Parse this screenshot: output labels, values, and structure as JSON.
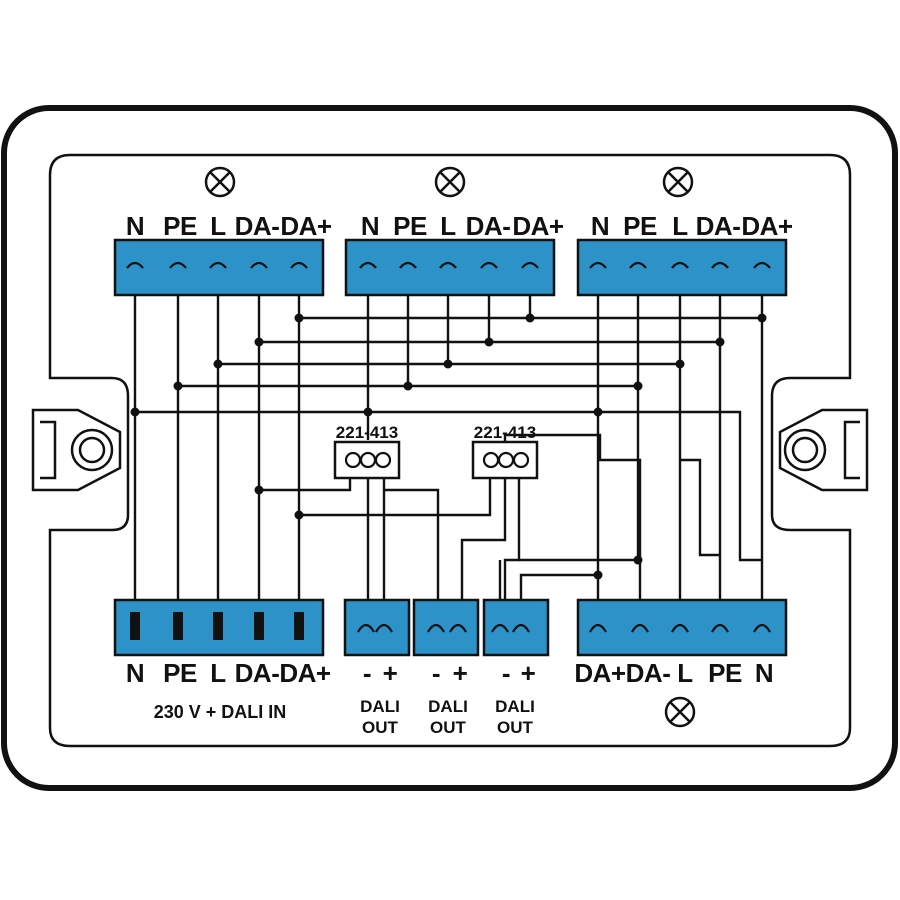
{
  "lamp_outputs": [
    {
      "terminals": [
        "N",
        "PE",
        "L",
        "DA-",
        "DA+"
      ]
    },
    {
      "terminals": [
        "N",
        "PE",
        "L",
        "DA-",
        "DA+"
      ]
    },
    {
      "terminals": [
        "N",
        "PE",
        "L",
        "DA-",
        "DA+"
      ]
    }
  ],
  "input_block": {
    "terminals": [
      "N",
      "PE",
      "L",
      "DA-",
      "DA+"
    ],
    "caption": "230 V + DALI IN"
  },
  "dali_outputs": [
    {
      "polarity": [
        "-",
        "+"
      ],
      "caption_line1": "DALI",
      "caption_line2": "OUT"
    },
    {
      "polarity": [
        "-",
        "+"
      ],
      "caption_line1": "DALI",
      "caption_line2": "OUT"
    },
    {
      "polarity": [
        "-",
        "+"
      ],
      "caption_line1": "DALI",
      "caption_line2": "OUT"
    }
  ],
  "right_output": {
    "terminals": [
      "DA+",
      "DA-",
      "L",
      "PE",
      "N"
    ]
  },
  "connectors": [
    {
      "label": "221-413"
    },
    {
      "label": "221-413"
    }
  ],
  "colors": {
    "terminal_blue": "#2c92c8",
    "line": "#111111",
    "background": "#ffffff"
  },
  "icons": {
    "lamp": "lamp-cross-icon",
    "mount": "screw-mount-icon"
  }
}
